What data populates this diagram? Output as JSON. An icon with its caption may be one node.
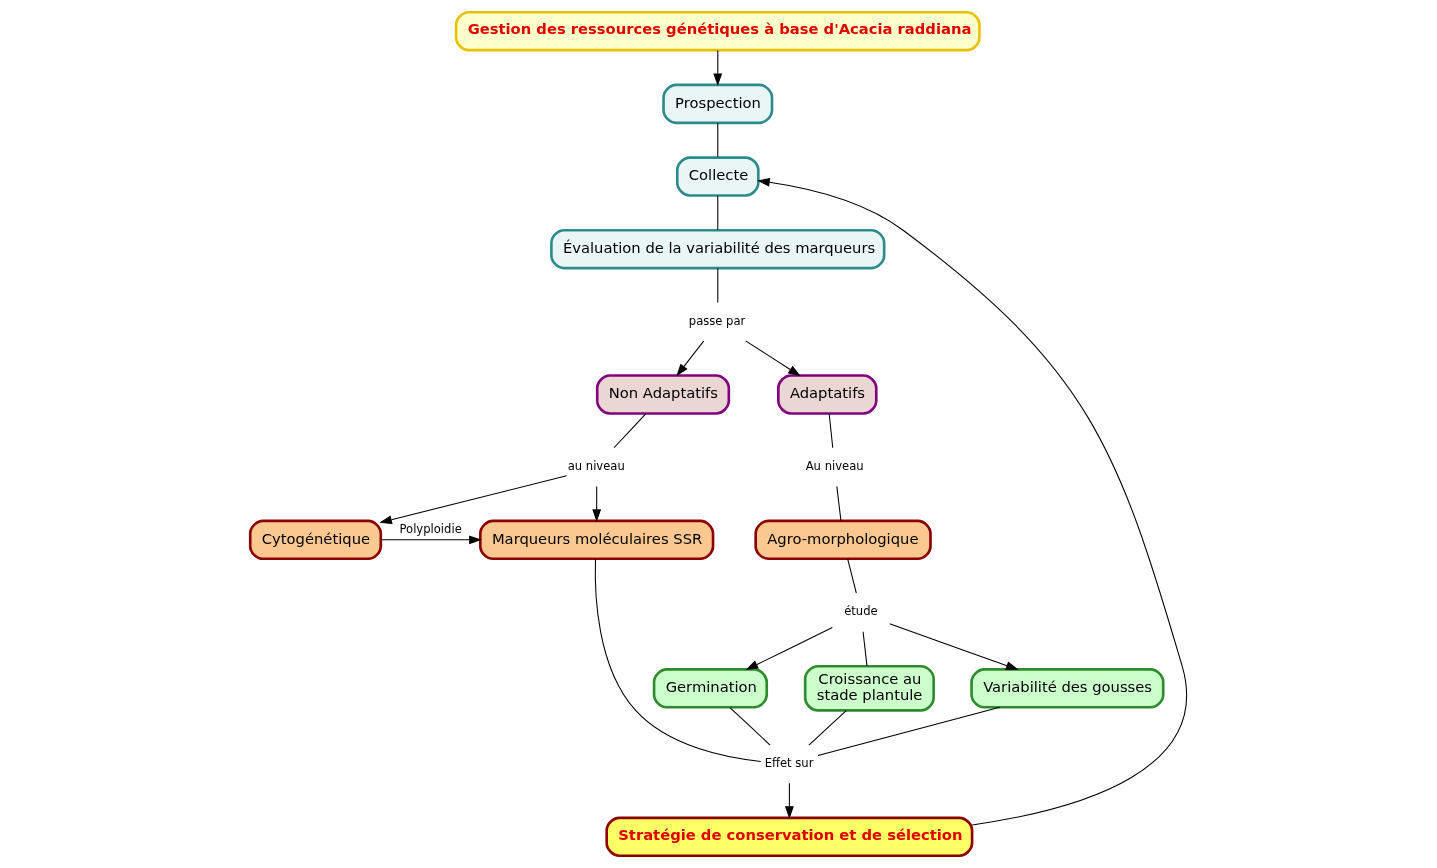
{
  "diagram": {
    "nodes": [
      {
        "text": [
          "Gestion des ressources génétiques à base d'Acacia raddiana"
        ]
      },
      {
        "text": [
          "Prospection"
        ]
      },
      {
        "text": [
          "Collecte"
        ]
      },
      {
        "text": [
          "Évaluation de la variabilité des marqueurs"
        ]
      },
      {
        "text": [
          "passe par"
        ]
      },
      {
        "text": [
          "Non Adaptatifs"
        ]
      },
      {
        "text": [
          "Adaptatifs"
        ]
      },
      {
        "text": [
          "au niveau"
        ]
      },
      {
        "text": [
          "Au niveau"
        ]
      },
      {
        "text": [
          "Cytogénétique"
        ]
      },
      {
        "text": [
          "Marqueurs moléculaires SSR"
        ]
      },
      {
        "text": [
          "Agro-morphologique"
        ]
      },
      {
        "text": [
          "étude"
        ]
      },
      {
        "text": [
          "Germination"
        ]
      },
      {
        "text": [
          "Croissance au stade plantule"
        ]
      },
      {
        "text": [
          "Variabilité des gousses"
        ]
      },
      {
        "text": [
          "Effet sur"
        ]
      },
      {
        "text": [
          "Stratégie de conservation et de sélection"
        ]
      }
    ],
    "edges": [
      {
        "from": 0,
        "to": 1,
        "arrow": "to"
      },
      {
        "from": 1,
        "to": 2,
        "arrow": "none"
      },
      {
        "from": 2,
        "to": 3,
        "arrow": "none"
      },
      {
        "from": 3,
        "to": 4,
        "arrow": "none"
      },
      {
        "from": 4,
        "to": 5,
        "arrow": "to"
      },
      {
        "from": 4,
        "to": 6,
        "arrow": "to"
      },
      {
        "from": 5,
        "to": 7,
        "arrow": "none"
      },
      {
        "from": 7,
        "to": 9,
        "arrow": "to"
      },
      {
        "from": 7,
        "to": 10,
        "arrow": "to"
      },
      {
        "from": 9,
        "to": 10,
        "arrow": "to",
        "label": "Polyploidie"
      },
      {
        "from": 6,
        "to": 8,
        "arrow": "none"
      },
      {
        "from": 8,
        "to": 11,
        "arrow": "none"
      },
      {
        "from": 11,
        "to": 12,
        "arrow": "none"
      },
      {
        "from": 12,
        "to": 13,
        "arrow": "to"
      },
      {
        "from": 12,
        "to": 14,
        "arrow": "none"
      },
      {
        "from": 12,
        "to": 15,
        "arrow": "to"
      },
      {
        "from": 10,
        "to": 16,
        "arrow": "none"
      },
      {
        "from": 13,
        "to": 16,
        "arrow": "none"
      },
      {
        "from": 14,
        "to": 16,
        "arrow": "none"
      },
      {
        "from": 15,
        "to": 16,
        "arrow": "none"
      },
      {
        "from": 16,
        "to": 17,
        "arrow": "to"
      },
      {
        "from": 17,
        "to": 2,
        "arrow": "to"
      }
    ]
  }
}
